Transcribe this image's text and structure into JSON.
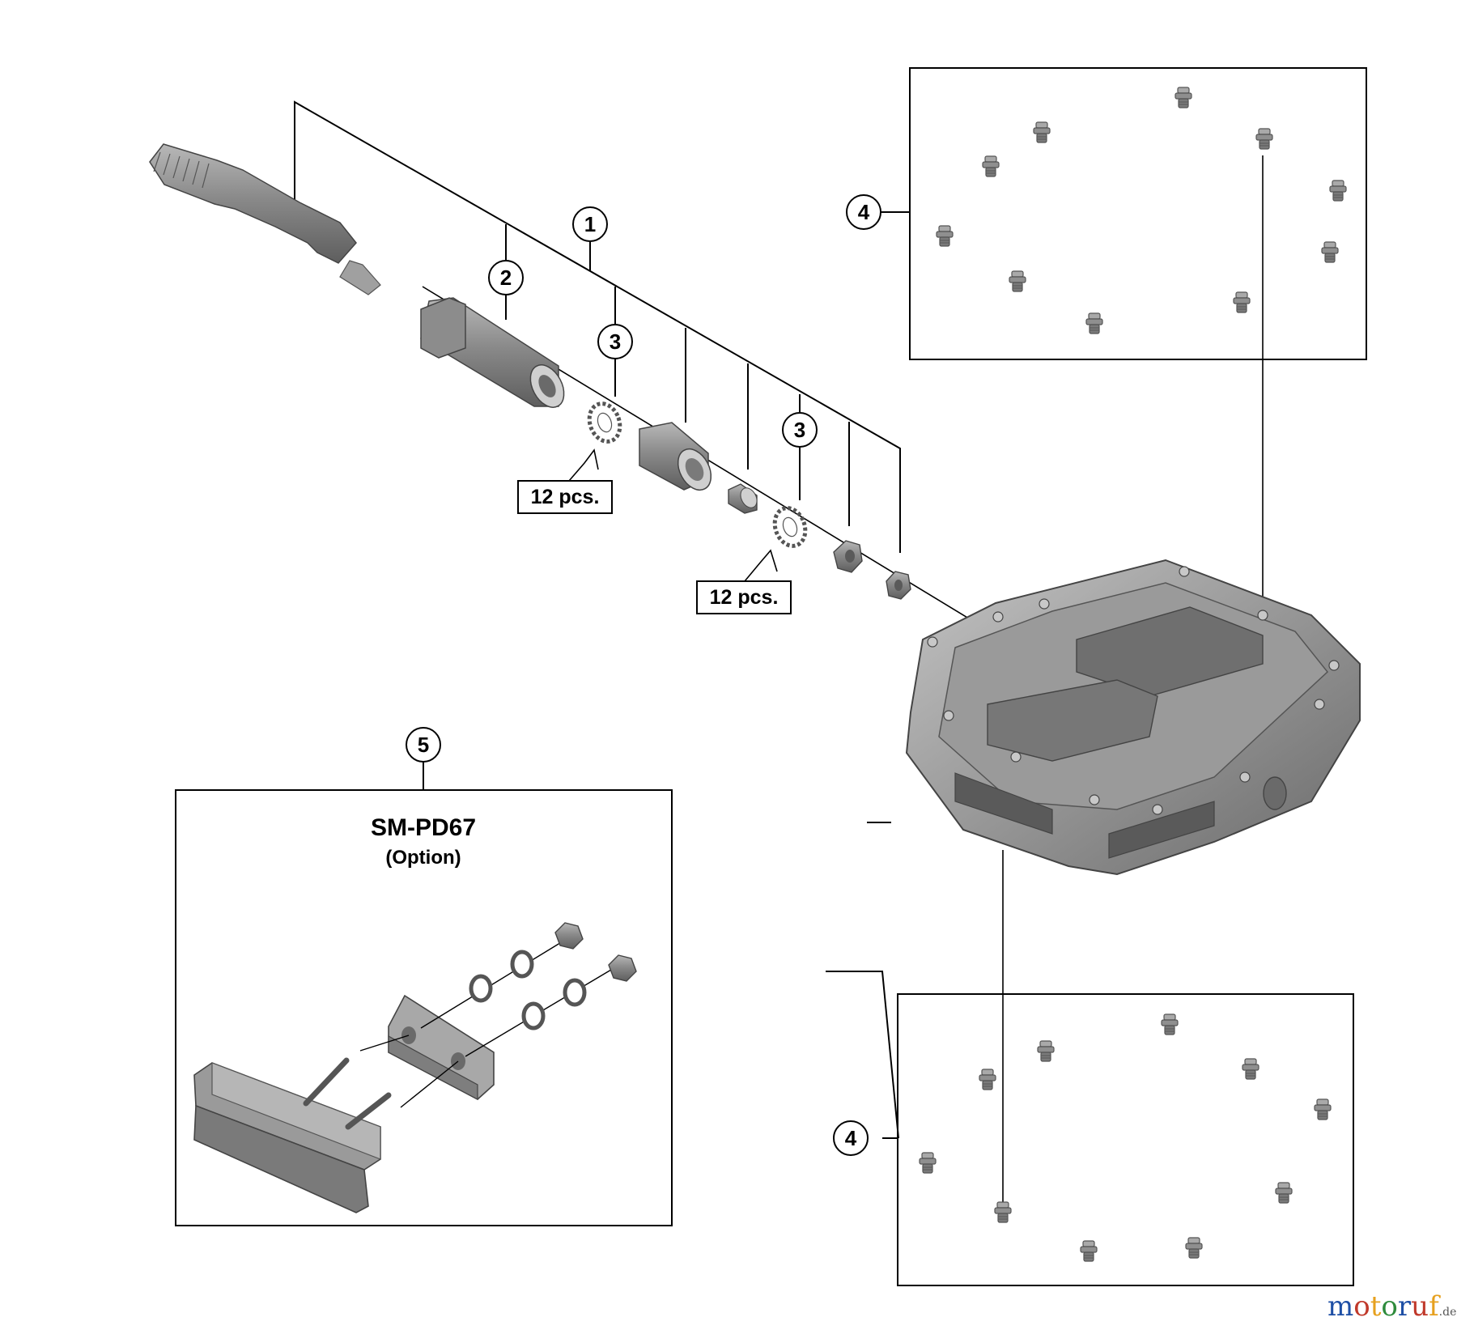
{
  "callouts": {
    "c1": "1",
    "c2": "2",
    "c3a": "3",
    "c3b": "3",
    "c4_top": "4",
    "c4_bottom": "4",
    "c5": "5"
  },
  "quantities": {
    "q1": "12 pcs.",
    "q2": "12 pcs."
  },
  "option_box": {
    "title": "SM-PD67",
    "subtitle": "(Option)"
  },
  "watermark": {
    "brand": "motoruf",
    "tld": ".de"
  }
}
